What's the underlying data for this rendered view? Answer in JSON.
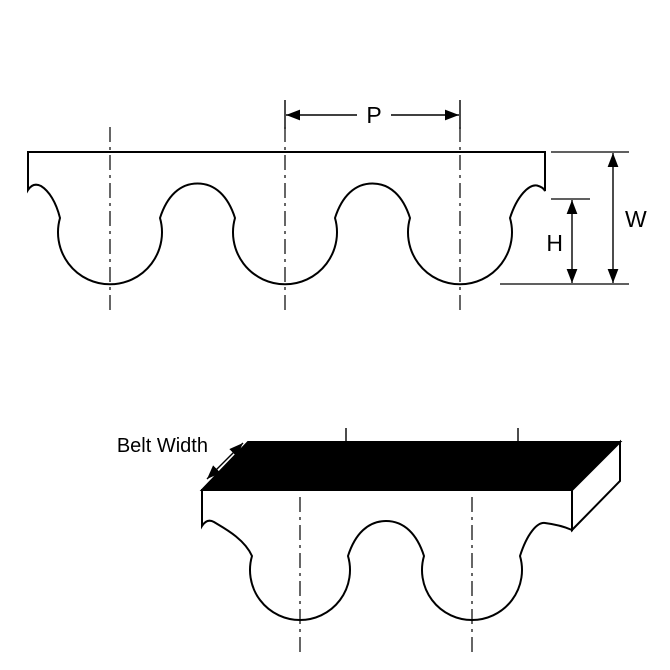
{
  "page": {
    "background": "#ffffff"
  },
  "diagram": {
    "line_color": "#000000",
    "belt_top_face_color": "#000000",
    "profile_fill_color": "#ffffff",
    "labels": {
      "pitch": "P",
      "overall_thickness": "W",
      "tooth_height": "H",
      "belt_width": "Belt Width"
    }
  }
}
